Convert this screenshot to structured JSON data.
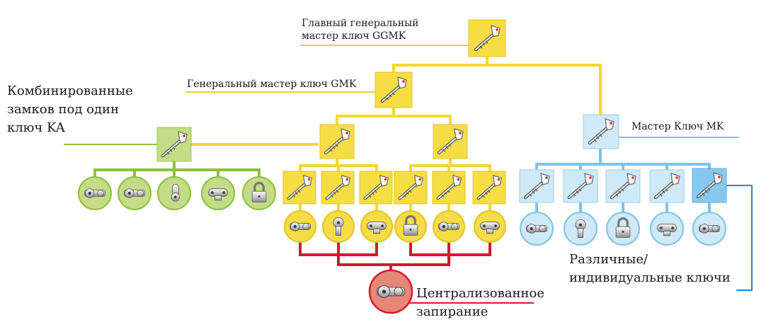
{
  "labels": {
    "ggmk_line1": "Главный генеральный",
    "ggmk_line2": "мастер ключ GGMK",
    "gmk": "Генеральный мастер ключ GMK",
    "ka_line1": "Комбинированные",
    "ka_line2": "замков под один",
    "ka_line3": "ключ KA",
    "mk": "Мастер Ключ MK",
    "individual_line1": "Различные/",
    "individual_line2": "индивидуальные ключи",
    "central_line1": "Централизованное",
    "central_line2": "запирание"
  },
  "colors": {
    "yellow": "#f6dd45",
    "yellow_line": "#f3d92e",
    "green": "#c3dc86",
    "green_line": "#8dc03c",
    "blue": "#cfe9f8",
    "blue_line": "#7fc2ea",
    "red_line": "#d3182d",
    "red_circle": "#e58779",
    "underline": "#e8d22a"
  },
  "icons": {
    "key": "key-icon",
    "cylinder": "cylinder-lock-icon",
    "knob": "knob-lock-icon",
    "padlock": "padlock-icon",
    "euro": "euro-cylinder-icon",
    "cam": "cam-lock-icon"
  }
}
